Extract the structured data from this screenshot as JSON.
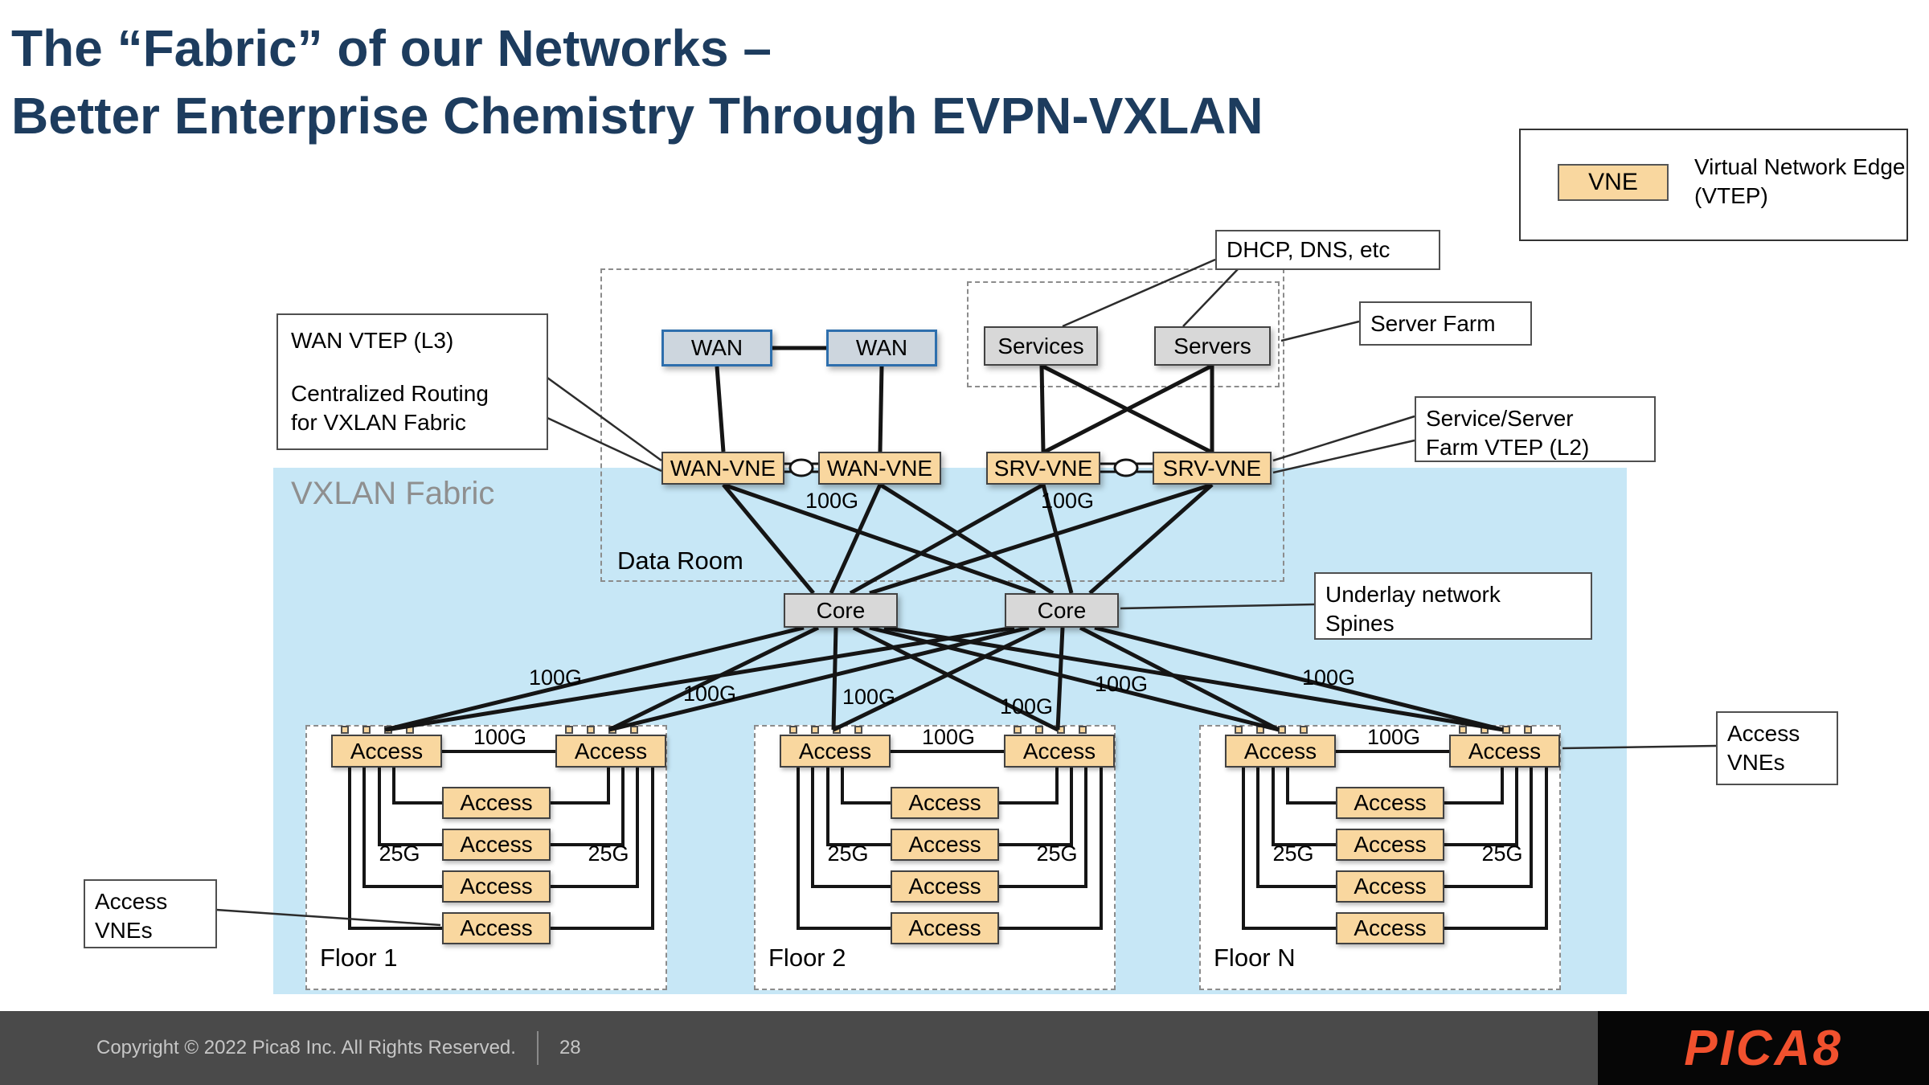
{
  "title": {
    "line1": "The “Fabric” of our Networks –",
    "line2": "Better Enterprise Chemistry Through EVPN-VXLAN"
  },
  "legend": {
    "vne": "VNE",
    "desc_line1": "Virtual Network Edge",
    "desc_line2": "(VTEP)"
  },
  "fabric_label": "VXLAN Fabric",
  "callouts": {
    "dhcp": "DHCP, DNS, etc",
    "server_farm": "Server Farm",
    "wan_vtep_title": "WAN VTEP (L3)",
    "wan_vtep_body1": "Centralized Routing",
    "wan_vtep_body2": "for VXLAN Fabric",
    "srv_vtep_line1": "Service/Server",
    "srv_vtep_line2": "Farm VTEP (L2)",
    "underlay_line1": "Underlay network",
    "underlay_line2": "Spines",
    "access_left_line1": "Access",
    "access_left_line2": "VNEs",
    "access_right_line1": "Access",
    "access_right_line2": "VNEs"
  },
  "data_room": {
    "label": "Data Room",
    "wan1": "WAN",
    "wan2": "WAN",
    "services": "Services",
    "servers": "Servers",
    "wan_vne1": "WAN-VNE",
    "wan_vne2": "WAN-VNE",
    "srv_vne1": "SRV-VNE",
    "srv_vne2": "SRV-VNE",
    "link_left": "100G",
    "link_right": "100G"
  },
  "cores": {
    "core1": "Core",
    "core2": "Core"
  },
  "spine_links": [
    "100G",
    "100G",
    "100G",
    "100G",
    "100G",
    "100G"
  ],
  "floors": [
    {
      "label": "Floor 1",
      "top_link": "100G",
      "left_link": "25G",
      "right_link": "25G",
      "access_left": "Access",
      "access_right": "Access",
      "stack": [
        "Access",
        "Access",
        "Access",
        "Access"
      ]
    },
    {
      "label": "Floor 2",
      "top_link": "100G",
      "left_link": "25G",
      "right_link": "25G",
      "access_left": "Access",
      "access_right": "Access",
      "stack": [
        "Access",
        "Access",
        "Access",
        "Access"
      ]
    },
    {
      "label": "Floor N",
      "top_link": "100G",
      "left_link": "25G",
      "right_link": "25G",
      "access_left": "Access",
      "access_right": "Access",
      "stack": [
        "Access",
        "Access",
        "Access",
        "Access"
      ]
    }
  ],
  "footer": {
    "copyright": "Copyright © 2022 Pica8 Inc. All Rights Reserved.",
    "page": "28",
    "logo": "PICA8"
  }
}
